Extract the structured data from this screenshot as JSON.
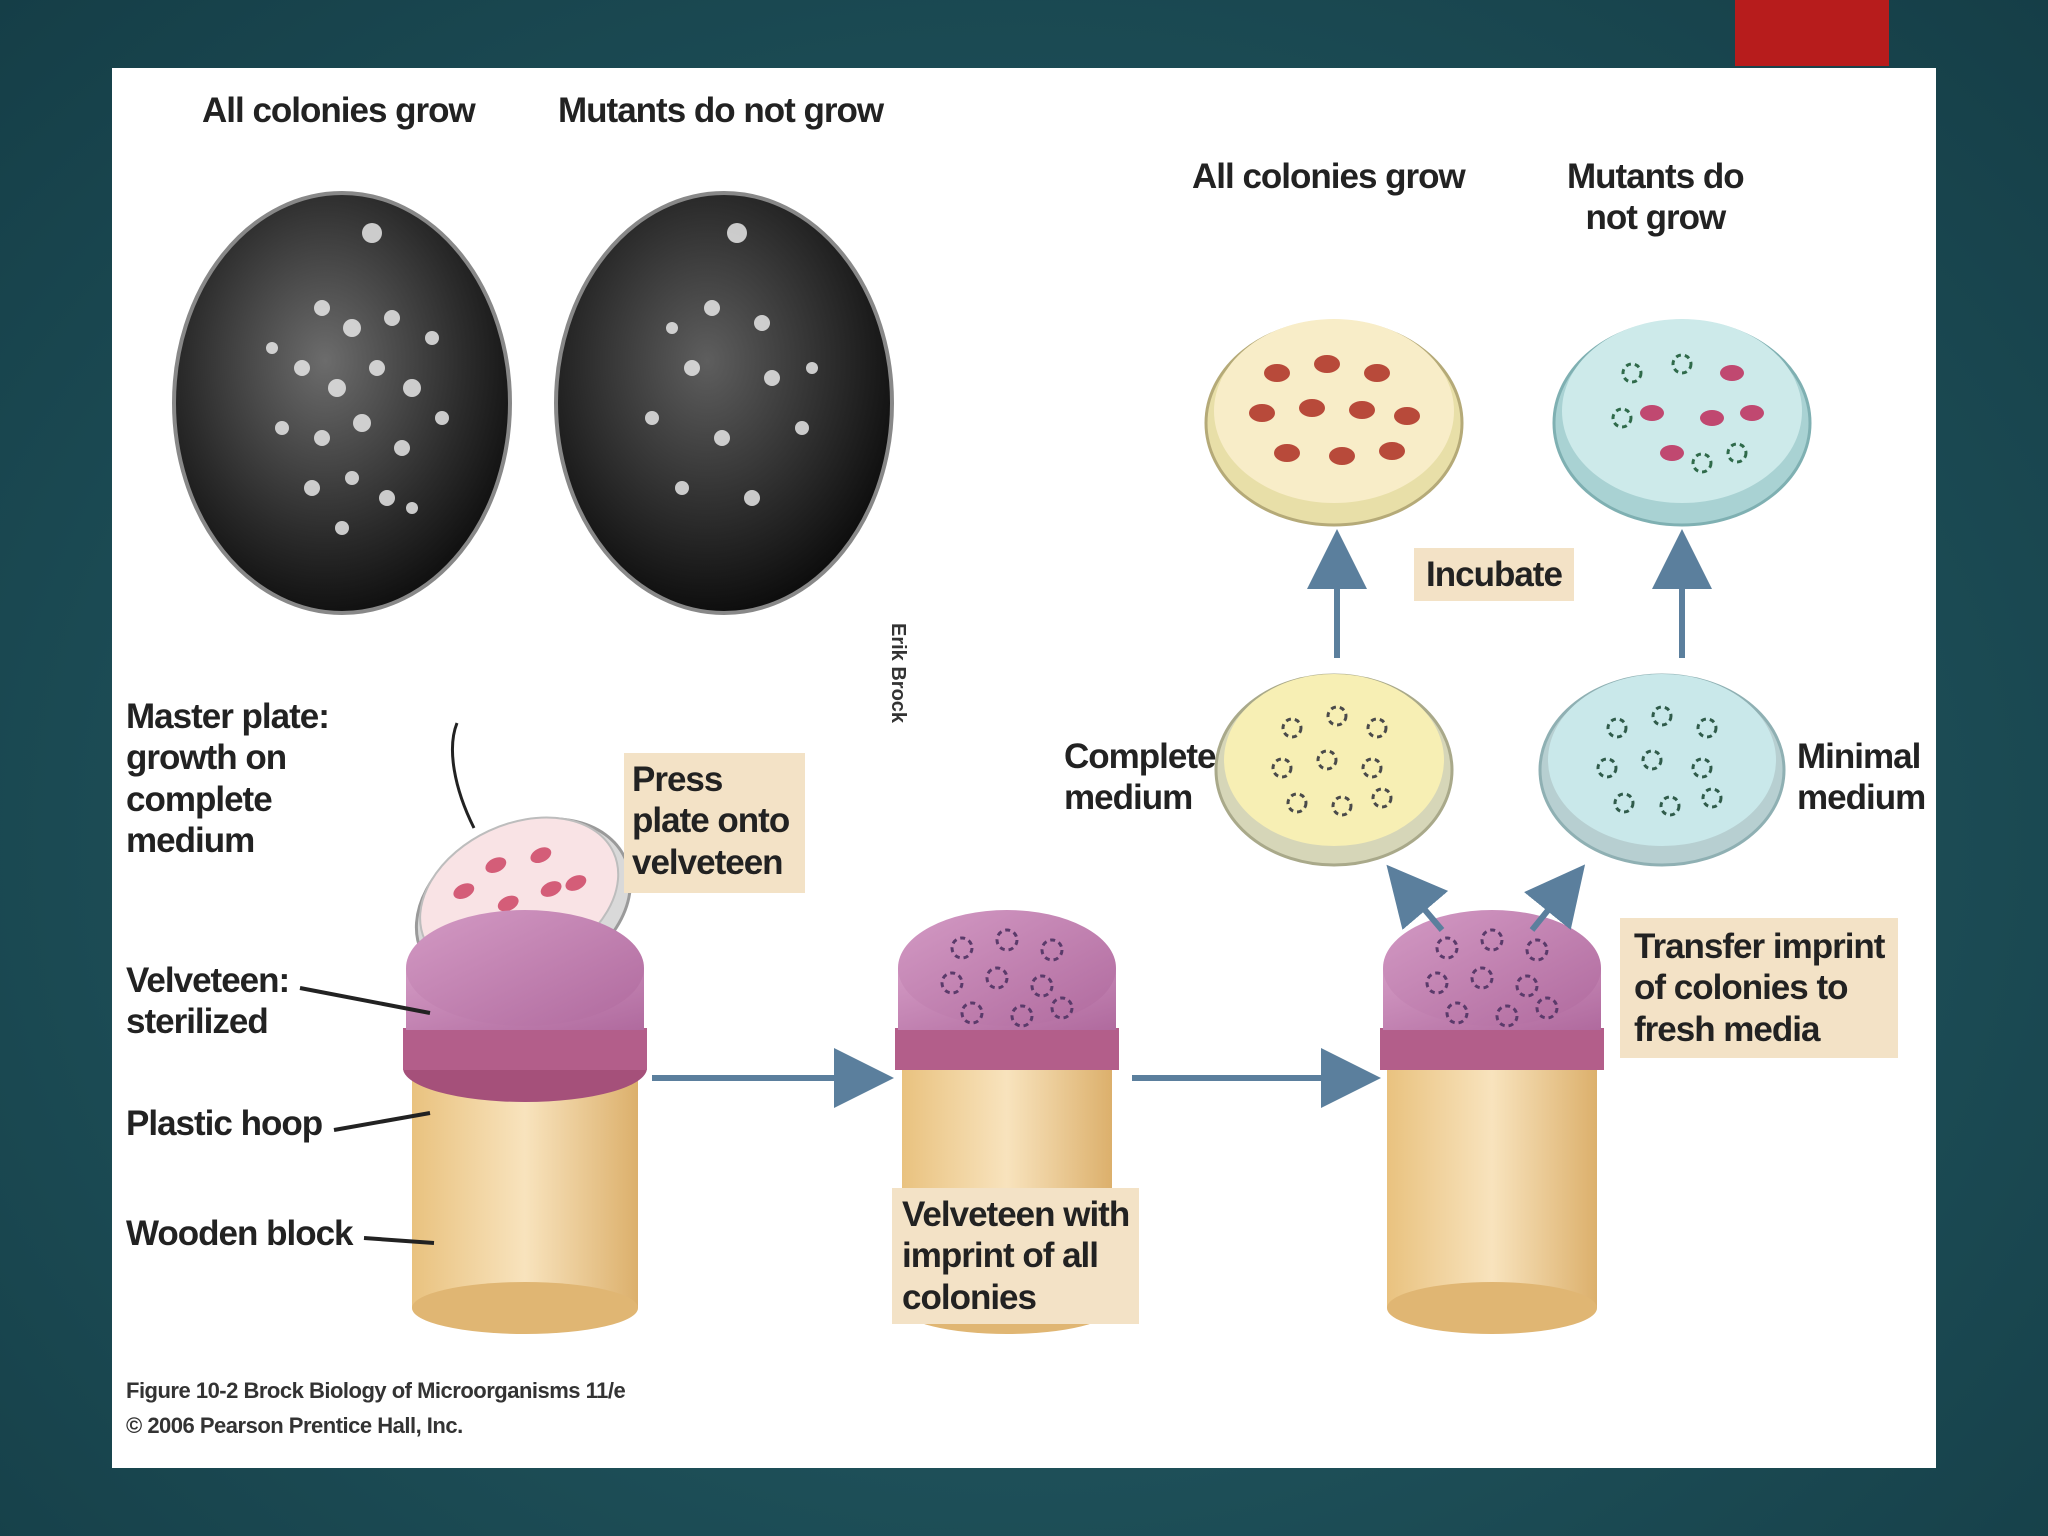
{
  "top_photos": {
    "left_label": "All colonies grow",
    "right_label": "Mutants do not grow",
    "credit": "Erik Brock"
  },
  "result_plates": {
    "left_label": "All colonies grow",
    "right_label": "Mutants do\nnot grow"
  },
  "step_labels": {
    "incubate": "Incubate",
    "press": "Press\nplate onto\nvelveteen",
    "velveteen_imprint": "Velveteen with\nimprint of all\ncolonies",
    "transfer": "Transfer imprint\nof colonies to\nfresh media"
  },
  "part_labels": {
    "master_plate": "Master plate:\ngrowth on\ncomplete\nmedium",
    "velveteen": "Velveteen:\nsterilized",
    "plastic_hoop": "Plastic hoop",
    "wooden_block": "Wooden block",
    "complete_medium": "Complete\nmedium",
    "minimal_medium": "Minimal\nmedium"
  },
  "caption": {
    "line1": "Figure 10-2  Brock Biology of Microorganisms 11/e",
    "line2": "© 2006 Pearson Prentice Hall, Inc."
  },
  "colors": {
    "background": "#1f525b",
    "accent": "#b71c1c",
    "label_box": "#f3e2c6",
    "arrow": "#5b7f9d",
    "complete_medium": "#f7efb4",
    "minimal_medium": "#c9e8ea",
    "velveteen": "#c47fb0",
    "wood": "#f1d4a0"
  }
}
